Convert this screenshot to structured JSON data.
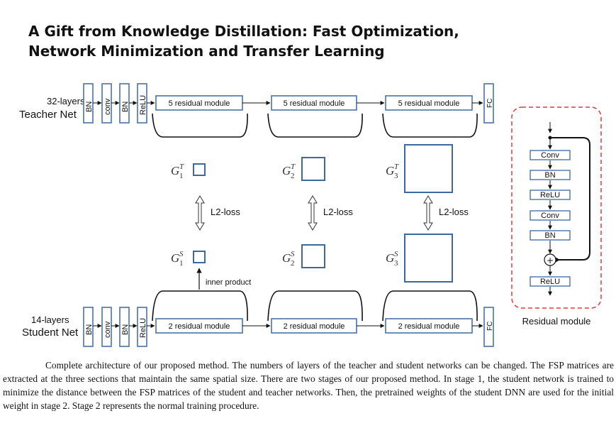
{
  "title": {
    "line1": "A Gift from Knowledge Distillation: Fast Optimization,",
    "line2": "Network Minimization and Transfer Learning"
  },
  "teacher": {
    "label_line1": "32-layers",
    "label_line2": "Teacher Net",
    "input_layers": [
      "BN",
      "conv",
      "BN",
      "ReLU"
    ],
    "module_label": "5 residual module",
    "fc_label": "FC"
  },
  "student": {
    "label_line1": "14-layers",
    "label_line2": "Student Net",
    "input_layers": [
      "BN",
      "conv",
      "BN",
      "ReLU"
    ],
    "module_label": "2 residual module",
    "fc_label": "FC"
  },
  "fsp": {
    "teacher": [
      {
        "base": "G",
        "sub": "1",
        "sup": "T"
      },
      {
        "base": "G",
        "sub": "2",
        "sup": "T"
      },
      {
        "base": "G",
        "sub": "3",
        "sup": "T"
      }
    ],
    "student": [
      {
        "base": "G",
        "sub": "1",
        "sup": "S"
      },
      {
        "base": "G",
        "sub": "2",
        "sup": "S"
      },
      {
        "base": "G",
        "sub": "3",
        "sup": "S"
      }
    ],
    "loss_label": "L2-loss",
    "inner_product_label": "inner product"
  },
  "residual_module": {
    "layers": [
      "Conv",
      "BN",
      "ReLU",
      "Conv",
      "BN"
    ],
    "sum_symbol": "+",
    "output_layer": "ReLU",
    "label": "Residual module"
  },
  "colors": {
    "box_border": "#4a72a8",
    "fsp_border": "#3f67a0",
    "dashed_border": "#e23b3b"
  },
  "caption": "Complete architecture of our proposed method. The numbers of layers of the teacher and student networks can be changed. The FSP matrices are extracted at the three sections that maintain the same spatial size. There are two stages of our proposed method. In stage 1, the student network is trained to minimize the distance between the FSP matrices of the student and teacher networks. Then, the pretrained weights of the student DNN are used for the initial weight in stage 2. Stage 2 represents the normal training procedure."
}
